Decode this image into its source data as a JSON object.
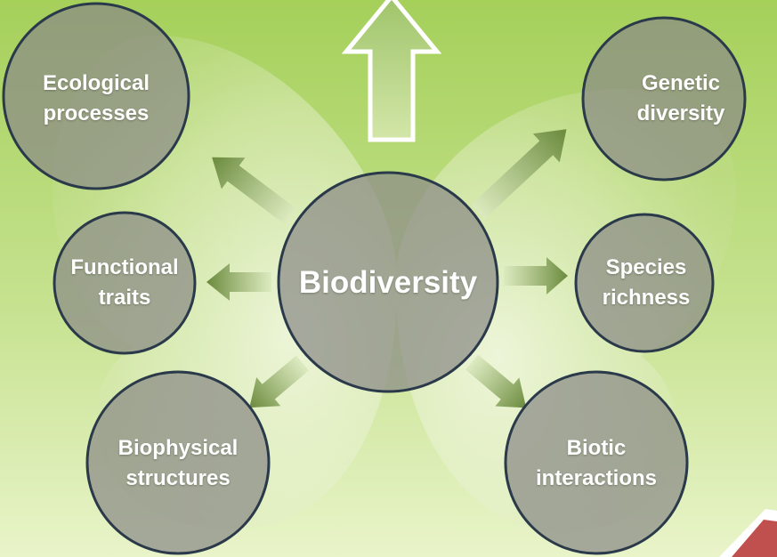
{
  "center": {
    "label": "Biodiversity"
  },
  "nodes": [
    {
      "id": "ecological-processes",
      "label": "Ecological\nprocesses"
    },
    {
      "id": "functional-traits",
      "label": "Functional\ntraits"
    },
    {
      "id": "biophysical-structures",
      "label": "Biophysical\nstructures"
    },
    {
      "id": "genetic-diversity",
      "label": "Genetic\ndiversity"
    },
    {
      "id": "species-richness",
      "label": "Species\nrichness"
    },
    {
      "id": "biotic-interactions",
      "label": "Biotic\ninteractions"
    }
  ],
  "colors": {
    "background_top": "#a5d05a",
    "background_bottom": "#e9f4c9",
    "circle_fill": "#8a8a86",
    "circle_stroke": "#2b3a4a",
    "arrow_light": "#dceabf",
    "arrow_dark": "#6a8a3c",
    "corner_mark": "#c0504d"
  }
}
